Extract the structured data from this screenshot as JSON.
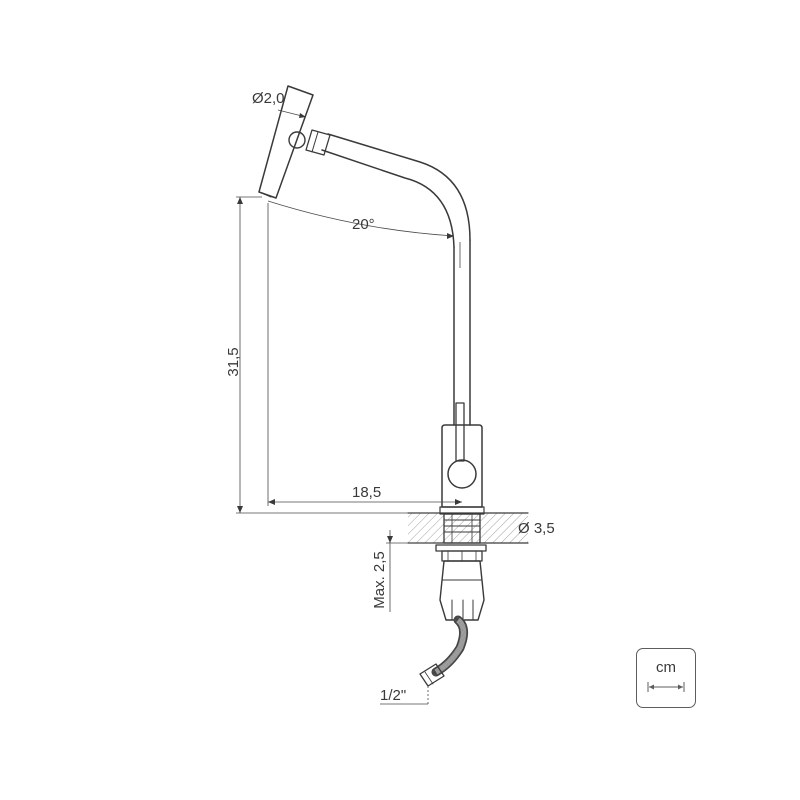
{
  "dimensions": {
    "spout_diameter": "Ø2,0",
    "spout_angle": "20°",
    "height": "31,5",
    "reach": "18,5",
    "base_diameter": "Ø 3,5",
    "max_counter_thickness": "Max. 2,5",
    "connection": "1/2\""
  },
  "units": {
    "label": "cm"
  },
  "colors": {
    "stroke": "#3a3a3a",
    "hatch": "#8a8a8a"
  }
}
